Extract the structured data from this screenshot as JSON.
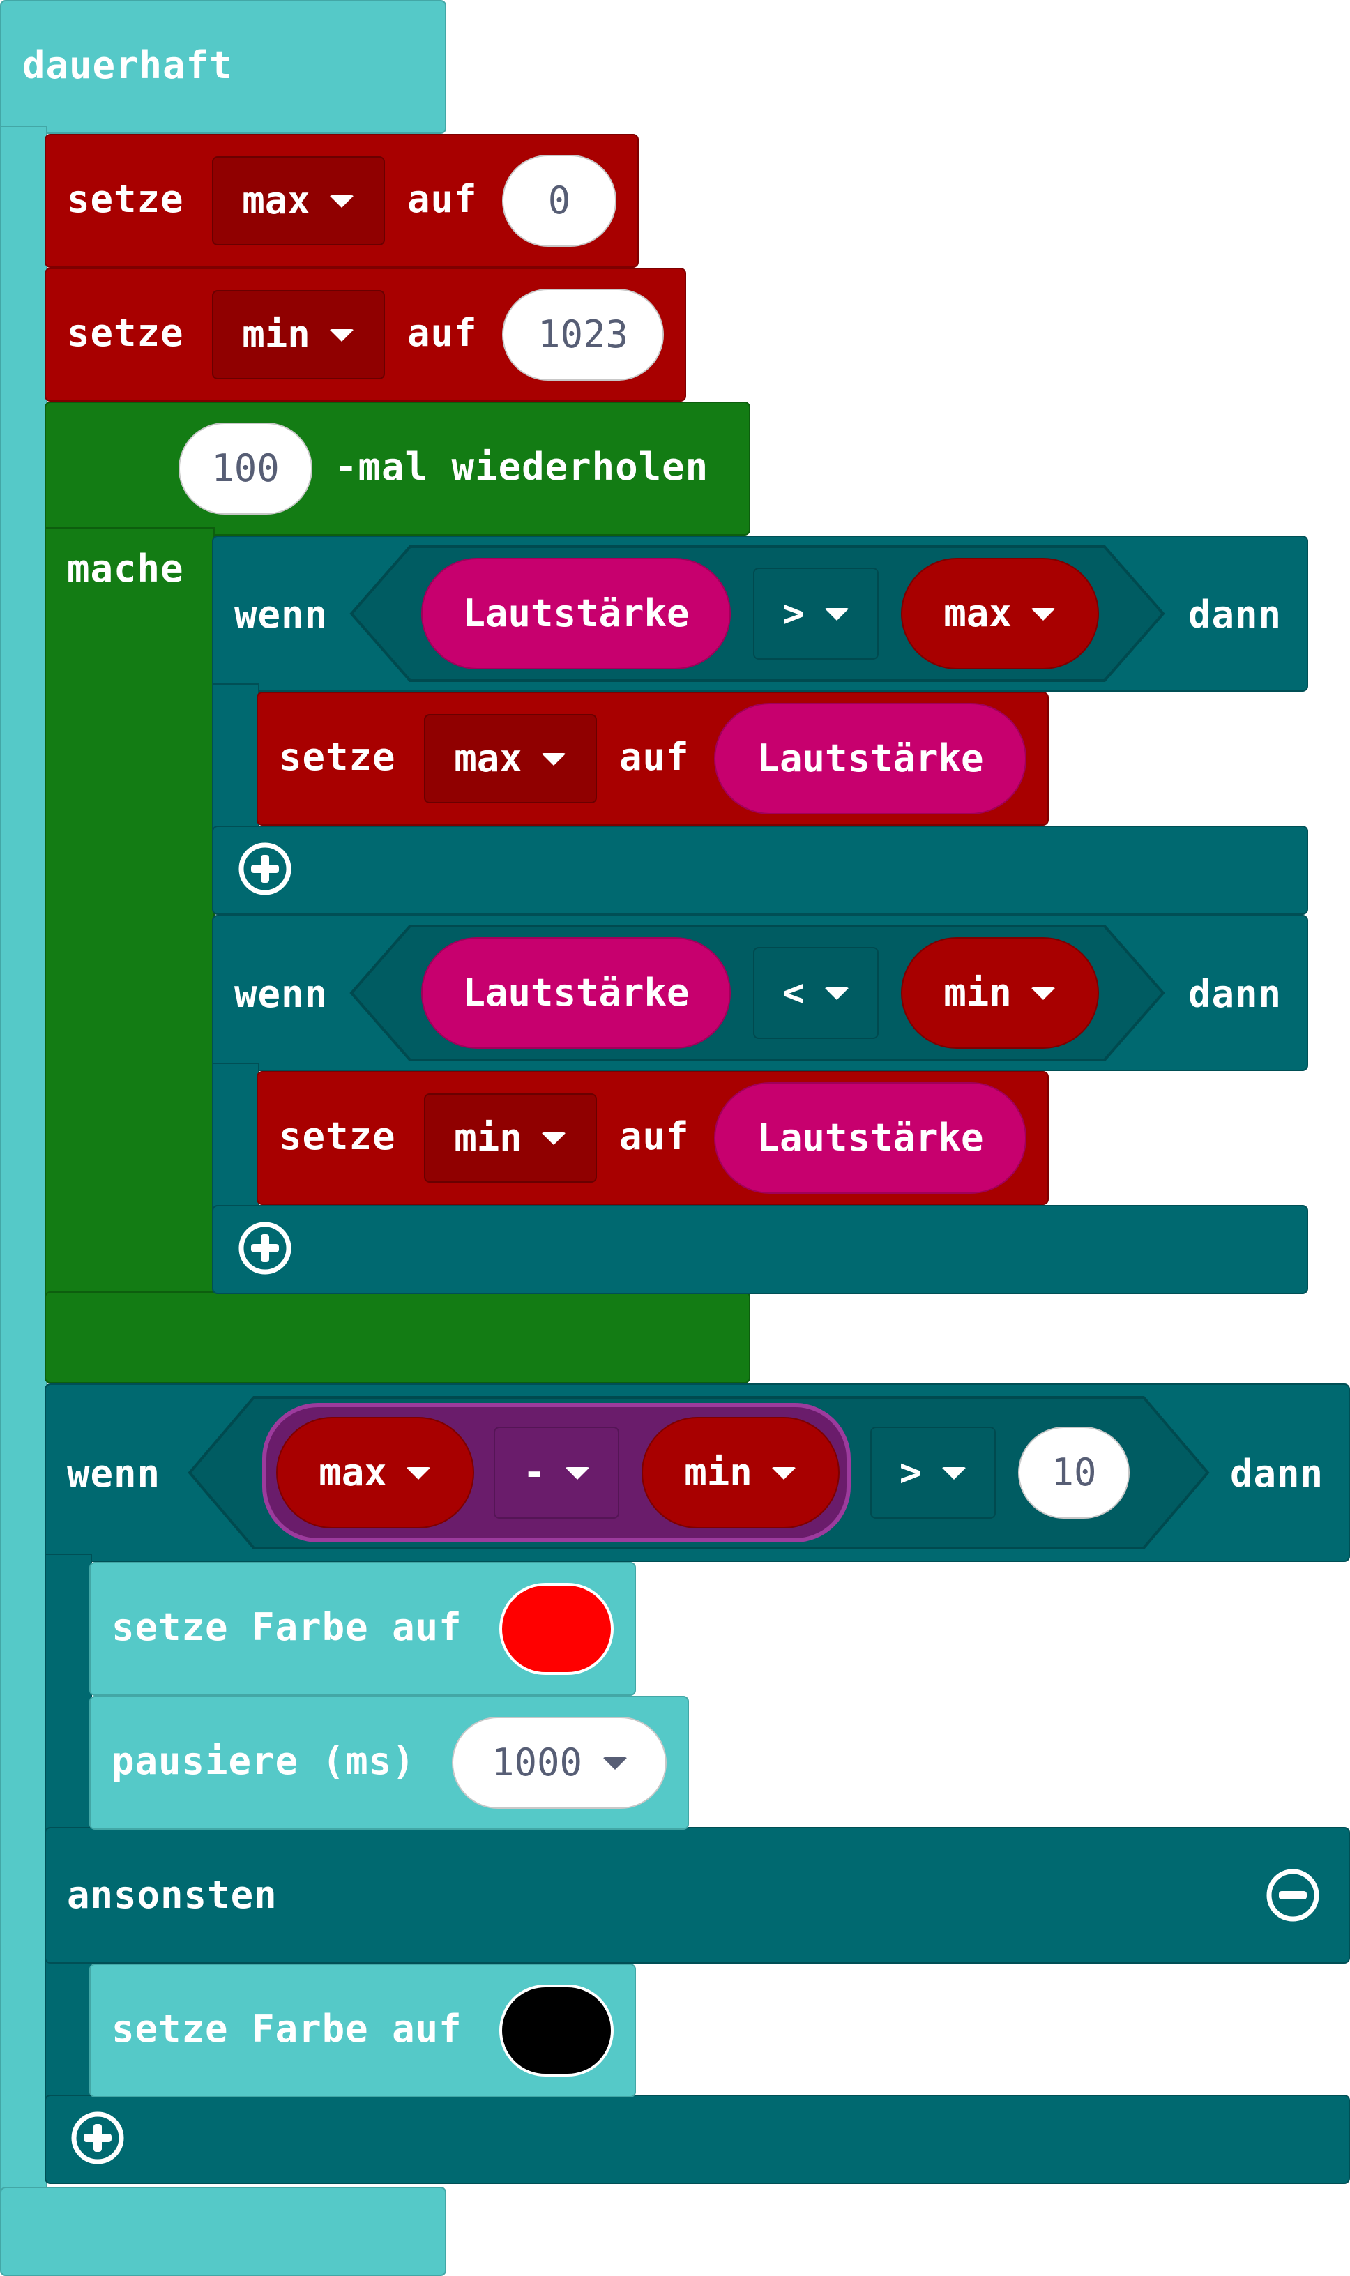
{
  "forever": {
    "label": "dauerhaft"
  },
  "set_max": {
    "setze": "setze",
    "var": "max",
    "auf": "auf",
    "value": "0"
  },
  "set_min": {
    "setze": "setze",
    "var": "min",
    "auf": "auf",
    "value": "1023"
  },
  "repeat": {
    "count": "100",
    "label": "-mal wiederholen",
    "mache": "mache"
  },
  "if1": {
    "wenn": "wenn",
    "left": "Lautstärke",
    "op": ">",
    "right": "max",
    "dann": "dann",
    "body": {
      "setze": "setze",
      "var": "max",
      "auf": "auf",
      "value": "Lautstärke"
    }
  },
  "if2": {
    "wenn": "wenn",
    "left": "Lautstärke",
    "op": "<",
    "right": "min",
    "dann": "dann",
    "body": {
      "setze": "setze",
      "var": "min",
      "auf": "auf",
      "value": "Lautstärke"
    }
  },
  "if3": {
    "wenn": "wenn",
    "a": "max",
    "math_op": "-",
    "b": "min",
    "cmp": ">",
    "value": "10",
    "dann": "dann",
    "set_color": {
      "label": "setze Farbe auf",
      "color": "#ff0000"
    },
    "pause": {
      "label": "pausiere (ms)",
      "value": "1000"
    },
    "else": "ansonsten",
    "else_color": {
      "label": "setze Farbe auf",
      "color": "#000000"
    }
  },
  "colors": {
    "loops": "#55c9c8",
    "variables": "#a80000",
    "repeat": "#137c14",
    "logic": "#006970",
    "input": "#c7006e",
    "math": "#6a1c6b"
  }
}
